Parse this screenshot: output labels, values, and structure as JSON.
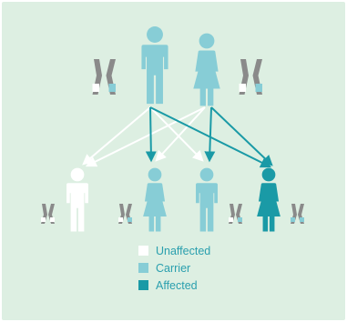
{
  "colors": {
    "background": "#ddefe2",
    "unaffected": "#ffffff",
    "carrier": "#87cdd6",
    "affected": "#1a9aa6",
    "chromosome_gray": "#8a8a8a",
    "arrow_white": "#ffffff",
    "arrow_teal": "#1a9aa6",
    "legend_text": "#2a9fae"
  },
  "legend": {
    "unaffected": "Unaffected",
    "carrier": "Carrier",
    "affected": "Affected"
  },
  "icons": {
    "parent_father": "male-person-icon",
    "parent_mother": "female-person-icon",
    "chromosome_pair": "chromosome-pair-icon"
  }
}
